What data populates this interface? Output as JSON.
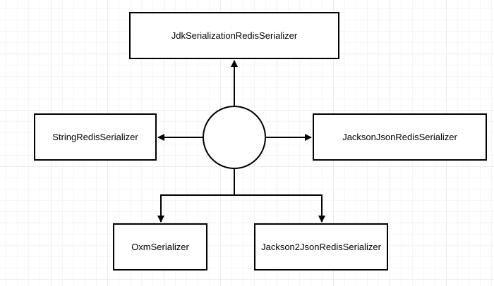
{
  "diagram": {
    "nodes": {
      "jdk": "JdkSerializationRedisSerializer",
      "string": "StringRedisSerializer",
      "jackson": "JacksonJsonRedisSerializer",
      "oxm": "OxmSerializer",
      "jackson2": "Jackson2JsonRedisSerializer"
    },
    "edges": [
      {
        "from": "hub",
        "to": "jdk"
      },
      {
        "from": "hub",
        "to": "string"
      },
      {
        "from": "hub",
        "to": "jackson"
      },
      {
        "from": "hub",
        "to": "oxm"
      },
      {
        "from": "hub",
        "to": "jackson2"
      }
    ],
    "colors": {
      "stroke": "#000000",
      "fill": "#ffffff",
      "grid": "#ececec"
    }
  }
}
